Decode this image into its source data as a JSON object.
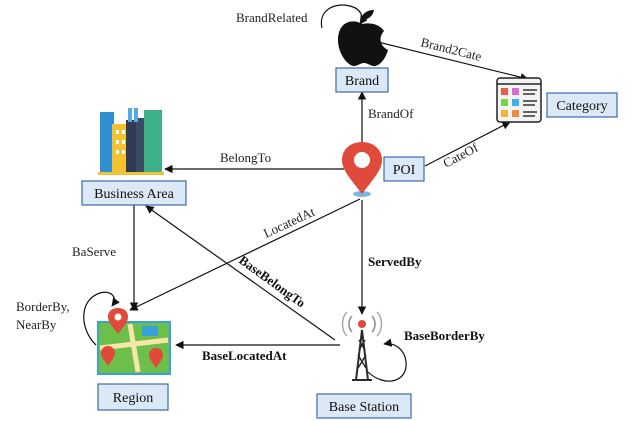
{
  "nodes": {
    "brand": "Brand",
    "category": "Category",
    "poi": "POI",
    "business_area": "Business Area",
    "region": "Region",
    "base_station": "Base Station"
  },
  "edges": {
    "brand_related": "BrandRelated",
    "brand2cate": "Brand2Cate",
    "brand_of": "BrandOf",
    "belong_to": "BelongTo",
    "cate_of": "CateOf",
    "located_at": "LocatedAt",
    "ba_serve": "BaServe",
    "served_by": "ServedBy",
    "base_belong_to": "BaseBelongTo",
    "border_by_line1": "BorderBy,",
    "border_by_line2": "NearBy",
    "base_border_by": "BaseBorderBy",
    "base_located_at": "BaseLocatedAt"
  },
  "icons": {
    "brand": "apple-logo-icon",
    "category": "category-grid-icon",
    "poi": "map-pin-icon",
    "business_area": "city-buildings-icon",
    "region": "map-region-icon",
    "base_station": "antenna-tower-icon"
  },
  "colors": {
    "box_fill": "#dbe8f6",
    "box_stroke": "#3c6aa8",
    "pin_red": "#e04a3a",
    "map_green": "#6cc04a"
  }
}
